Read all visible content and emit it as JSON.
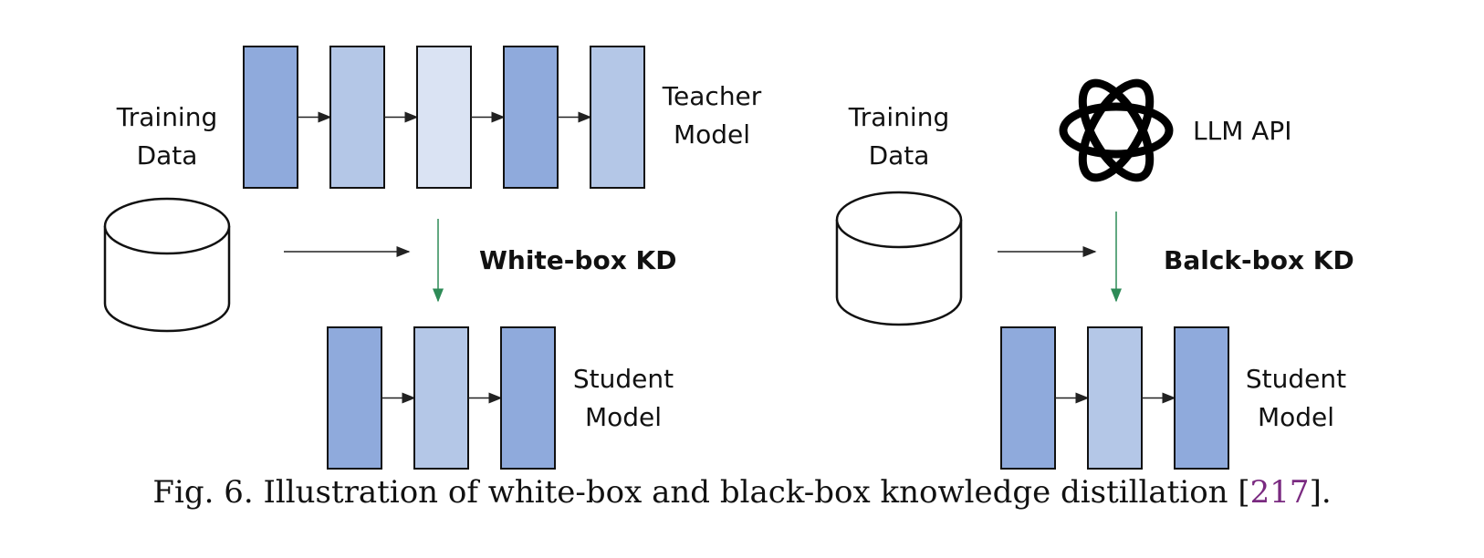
{
  "white_box": {
    "training_data_label": [
      "Training",
      "Data"
    ],
    "teacher_label": [
      "Teacher",
      "Model"
    ],
    "kd_label": "White-box KD",
    "student_label": [
      "Student",
      "Model"
    ],
    "teacher_layer_colors": [
      "#8faadc",
      "#b4c7e7",
      "#dae3f3",
      "#8faadc",
      "#b4c7e7"
    ],
    "student_layer_colors": [
      "#8faadc",
      "#b4c7e7",
      "#8faadc"
    ]
  },
  "black_box": {
    "training_data_label": [
      "Training",
      "Data"
    ],
    "api_label": "LLM API",
    "api_icon": "openai-logo-icon",
    "kd_label": "Balck-box KD",
    "student_label": [
      "Student",
      "Model"
    ],
    "student_layer_colors": [
      "#8faadc",
      "#b4c7e7",
      "#8faadc"
    ]
  },
  "colors": {
    "kd_arrow": "#2e8b57",
    "cite": "#7a2a80"
  },
  "caption": {
    "prefix": "Fig. 6.  Illustration of white-box and black-box knowledge distillation [",
    "cite": "217",
    "suffix": "]."
  }
}
